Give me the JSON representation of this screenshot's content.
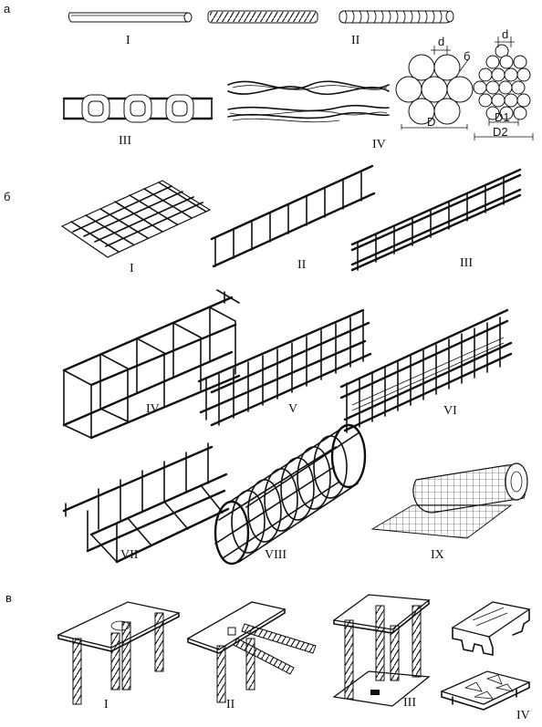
{
  "sections": {
    "a": "а",
    "b": "б",
    "c": "в"
  },
  "section_a": {
    "labels": [
      "I",
      "II",
      "III",
      "IV"
    ],
    "dims": {
      "d1": "d",
      "d2": "d",
      "b": "б",
      "D": "D",
      "D1": "D1",
      "D2": "D2"
    }
  },
  "section_b": {
    "labels": [
      "I",
      "II",
      "III",
      "IV",
      "V",
      "VI",
      "VII",
      "VIII",
      "IX"
    ]
  },
  "section_c": {
    "labels": [
      "I",
      "II",
      "III",
      "IV"
    ]
  }
}
